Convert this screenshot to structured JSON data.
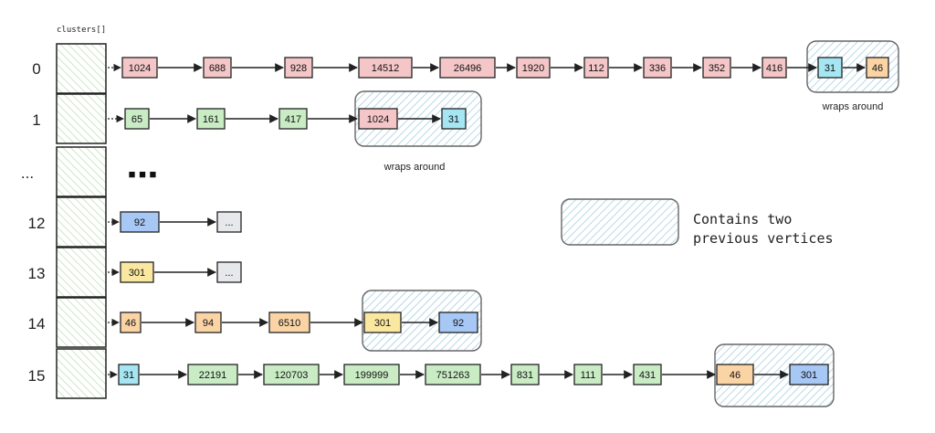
{
  "header_label": "clusters[]",
  "colors": {
    "red": "#f5c6c8",
    "green": "#c9ecc5",
    "cyan": "#a6e6f2",
    "orange": "#fbd4a6",
    "blue": "#a7c7f5",
    "yellow": "#fbe8a0",
    "gray": "#e7e8eb",
    "hatch": "#a9cfe0",
    "cell_hatch": "#bfe3b7",
    "stroke": "#222222"
  },
  "rows": [
    {
      "label": "0",
      "nodes": [
        {
          "text": "1024",
          "color": "red"
        },
        {
          "text": "688",
          "color": "red"
        },
        {
          "text": "928",
          "color": "red"
        },
        {
          "text": "14512",
          "color": "red"
        },
        {
          "text": "26496",
          "color": "red"
        },
        {
          "text": "1920",
          "color": "red"
        },
        {
          "text": "112",
          "color": "red"
        },
        {
          "text": "336",
          "color": "red"
        },
        {
          "text": "352",
          "color": "red"
        },
        {
          "text": "416",
          "color": "red"
        },
        {
          "text": "31",
          "color": "cyan"
        },
        {
          "text": "46",
          "color": "orange"
        }
      ],
      "wrap_start": 10,
      "note": "wraps around"
    },
    {
      "label": "1",
      "nodes": [
        {
          "text": "65",
          "color": "green"
        },
        {
          "text": "161",
          "color": "green"
        },
        {
          "text": "417",
          "color": "green"
        },
        {
          "text": "1024",
          "color": "red"
        },
        {
          "text": "31",
          "color": "cyan"
        }
      ],
      "wrap_start": 3,
      "note": "wraps around"
    },
    {
      "label": "...",
      "ellipsis": "■ ■ ■",
      "nodes": []
    },
    {
      "label": "12",
      "nodes": [
        {
          "text": "92",
          "color": "blue"
        },
        {
          "text": "...",
          "color": "gray"
        }
      ]
    },
    {
      "label": "13",
      "nodes": [
        {
          "text": "301",
          "color": "yellow"
        },
        {
          "text": "...",
          "color": "gray"
        }
      ]
    },
    {
      "label": "14",
      "nodes": [
        {
          "text": "46",
          "color": "orange"
        },
        {
          "text": "94",
          "color": "orange"
        },
        {
          "text": "6510",
          "color": "orange"
        },
        {
          "text": "301",
          "color": "yellow"
        },
        {
          "text": "92",
          "color": "blue"
        }
      ],
      "wrap_start": 3
    },
    {
      "label": "15",
      "nodes": [
        {
          "text": "31",
          "color": "cyan"
        },
        {
          "text": "22191",
          "color": "green"
        },
        {
          "text": "120703",
          "color": "green"
        },
        {
          "text": "199999",
          "color": "green"
        },
        {
          "text": "751263",
          "color": "green"
        },
        {
          "text": "831",
          "color": "green"
        },
        {
          "text": "111",
          "color": "green"
        },
        {
          "text": "431",
          "color": "green"
        },
        {
          "text": "46",
          "color": "orange"
        },
        {
          "text": "301",
          "color": "blue"
        }
      ],
      "wrap_start": 8
    }
  ],
  "legend": {
    "line1": "Contains two",
    "line2": "previous vertices"
  }
}
